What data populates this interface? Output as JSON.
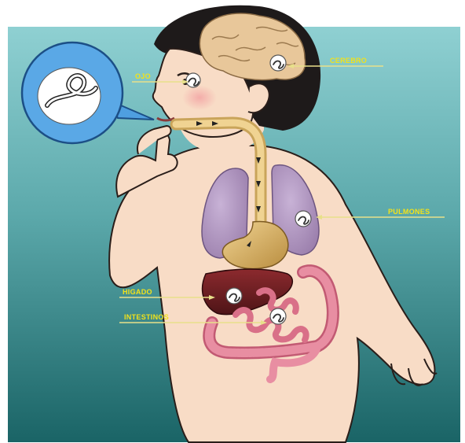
{
  "labels": {
    "ojo": "OJO",
    "cerebro": "CEREBRO",
    "pulmones": "PULMONES",
    "higado": "HIGADO",
    "intestinos": "INTESTINOS"
  },
  "colors": {
    "background_top": "#7cc3c6",
    "background_bottom": "#1d6d6f",
    "skin": "#f8dcc6",
    "hair": "#1e1a1a",
    "brain": "#e8c79a",
    "lungs": "#b49ac2",
    "stomach": "#d8b66e",
    "liver": "#6a1e22",
    "intestines": "#e58a9e",
    "label_text": "#f2e21a",
    "pointer_line": "#e8e08a",
    "bubble_fill": "#5aa8e6"
  },
  "icons": [
    "worm-icon",
    "speech-bubble-icon"
  ]
}
